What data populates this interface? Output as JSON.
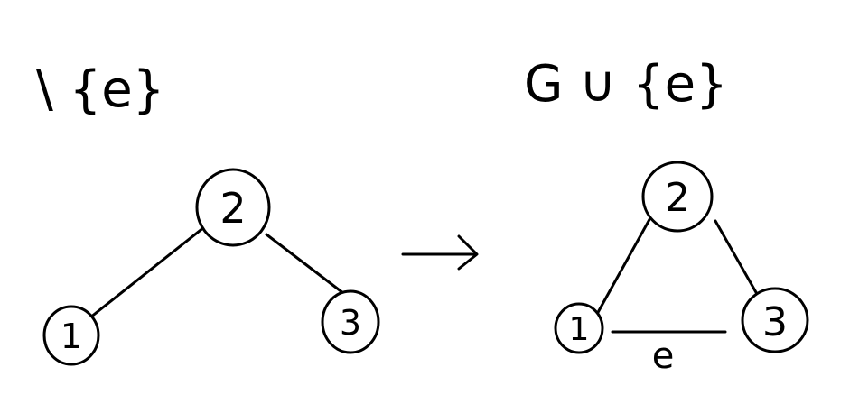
{
  "ink_color": "#000000",
  "background_color": "#ffffff",
  "left_caption": "\\ {e}",
  "right_caption": "G ∪ {e}",
  "arrow": "→",
  "edge_label": "e",
  "left_graph": {
    "nodes": [
      {
        "id": "n1",
        "label": "1"
      },
      {
        "id": "n2",
        "label": "2"
      },
      {
        "id": "n3",
        "label": "3"
      }
    ],
    "edges": [
      {
        "from": "2",
        "to": "1"
      },
      {
        "from": "2",
        "to": "3"
      }
    ]
  },
  "right_graph": {
    "nodes": [
      {
        "id": "n1",
        "label": "1"
      },
      {
        "id": "n2",
        "label": "2"
      },
      {
        "id": "n3",
        "label": "3"
      }
    ],
    "edges": [
      {
        "from": "2",
        "to": "1"
      },
      {
        "from": "2",
        "to": "3"
      },
      {
        "from": "1",
        "to": "3",
        "label": "e"
      }
    ]
  }
}
